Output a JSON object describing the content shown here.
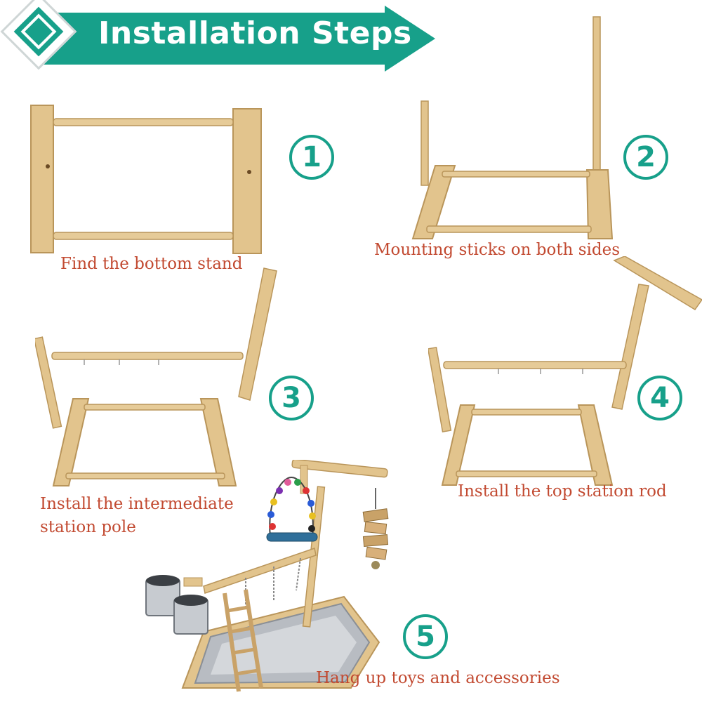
{
  "header": {
    "title": "Installation Steps",
    "accent_color": "#17a08a"
  },
  "steps": [
    {
      "number": "1",
      "caption_lines": [
        "Find the bottom stand"
      ]
    },
    {
      "number": "2",
      "caption_lines": [
        "Mounting sticks on both sides"
      ]
    },
    {
      "number": "3",
      "caption_lines": [
        "Install the intermediate",
        "station pole"
      ]
    },
    {
      "number": "4",
      "caption_lines": [
        "Install the top station rod"
      ]
    },
    {
      "number": "5",
      "caption_lines": [
        "Hang up toys and accessories"
      ]
    }
  ],
  "colors": {
    "wood": "#e2c48d",
    "wood_edge": "#b9955a",
    "caption": "#c24a31",
    "tray": "#b8bcc2"
  }
}
